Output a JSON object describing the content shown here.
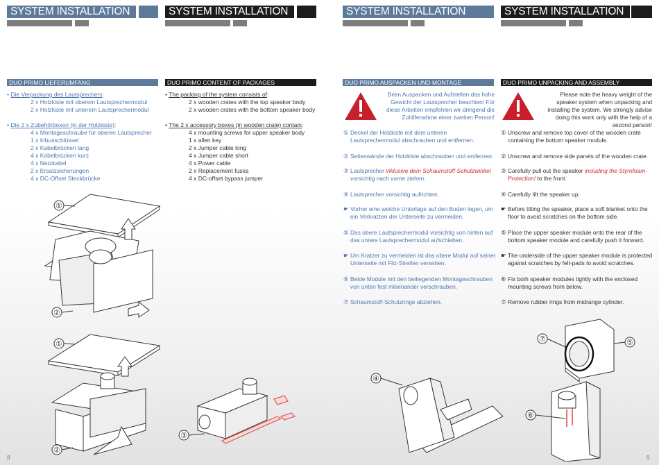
{
  "headers": {
    "p1": "SYSTEM INSTALLATION",
    "p2": "SYSTEM INSTALLATION",
    "p3": "SYSTEM INSTALLATION",
    "p4": "SYSTEM INSTALLATION"
  },
  "colors": {
    "accent_blue": "#5e7a9a",
    "text_blue": "#4d77b0",
    "black": "#1c1c1c",
    "grey": "#7d7d7d",
    "warning_red": "#c8202a",
    "emphasis_red": "#d02a2a"
  },
  "col1": {
    "title": "DUO PRIMO LIEFERUMFANG",
    "sec1_head": "Die Verpackung des Lautsprechers",
    "sec1_items": [
      "2 x Holzkiste mit oberem Lautsprechermodul",
      "2 x Holzkiste mit unterem Lautsprechermodul"
    ],
    "sec2_head": "Die 2 x Zubehörboxen (in der Holzkiste)",
    "sec2_items": [
      "4 x Montageschraube für oberen Lautsprecher",
      "1 x Inbusschlüssel",
      "2 x Kabelbrücken lang",
      "4 x Kabelbrücken kurz",
      "4 x Netzkabel",
      "2 x Ersatzsicherungen",
      "4 x DC-Offset Steckbrücke"
    ]
  },
  "col2": {
    "title": "DUO PRIMO CONTENT OF PACKAGES",
    "sec1_head": "The packing of the system consists of",
    "sec1_items": [
      "2 x wooden crates with the top speaker body",
      "2 x wooden crates with the bottom speaker body"
    ],
    "sec2_head": "The 2 x accessory boxes (in wooden crate) contain",
    "sec2_items": [
      "4 x mounting screws for upper speaker body",
      "1 x allen key",
      "2 x Jumper cable long",
      "4 x Jumper cable short",
      "4 x Power cable",
      "2 x Replacement fuses",
      "4 x DC-offset bypass jumper"
    ]
  },
  "col3": {
    "title": "DUO PRIMO AUSPACKEN UND MONTAGE",
    "warning": "Beim Auspacken und Aufstellen das hohe Gewicht der Lautsprecher beachten! Für diese Arbeiten empfehlen wir dringend die Zuhilfenahme einer zweiten Person!",
    "steps": [
      {
        "n": "①",
        "t": "Deckel der Holzkiste mit dem unteren Lautsprechermodul abschrauben und entfernen."
      },
      {
        "n": "②",
        "t": "Seitenwände der Holzkiste abschrauben und entfernen."
      },
      {
        "n": "③",
        "t": "Lautsprecher",
        "red": "inklusive dem Schaumstoff-Schutzwinkel",
        "t2": "vorsichtig nach vorne ziehen."
      },
      {
        "n": "④",
        "t": "Lautsprecher vorsichtig aufrichten."
      },
      {
        "n": "☛",
        "t": "Vorher eine weiche Unterlage auf den Boden legen, um ein Verkratzen der Unterseite zu vermeiden."
      },
      {
        "n": "⑤",
        "t": "Das obere Lautsprechermodul vorsichtig von hinten auf das untere Lautsprechermodul aufschieben."
      },
      {
        "n": "☛",
        "t": "Um Kratzer zu vermeiden ist das obere Modul auf seiner Unterseite mit Filz-Streifen versehen."
      },
      {
        "n": "⑥",
        "t": "Beide Module mit den beiliegenden Montageschrauben von unten fest miteinander verschrauben."
      },
      {
        "n": "⑦",
        "t": "Schaumstoff-Schutzringe abziehen."
      }
    ]
  },
  "col4": {
    "title": "DUO PRIMO UNPACKING AND ASSEMBLY",
    "warning": "Please note the heavy weight of the speaker system when unpacking and installing the system. We strongly advise doing this work only with the help of a second person!",
    "steps": [
      {
        "n": "①",
        "t": "Unscrew and remove top cover of the wooden crate containing the bottom speaker module."
      },
      {
        "n": "②",
        "t": "Unscrew and remove side panels of the wooden crate."
      },
      {
        "n": "③",
        "t": "Carefully pull out the speaker",
        "red": "including the Styrofoam-Protection!",
        "t2": "to the front."
      },
      {
        "n": "④",
        "t": "Carefully tilt the speaker up."
      },
      {
        "n": "☛",
        "t": "Before tilting the speaker, place a soft blanket onto the floor to avoid scratches on the bottom side."
      },
      {
        "n": "⑤",
        "t": "Place the upper speaker module onto the rear of the bottom speaker module and carefully push it forward."
      },
      {
        "n": "☛",
        "t": "The underside of the upper speaker module is protected against scratches by felt-pads to avoid scratches."
      },
      {
        "n": "⑥",
        "t": "Fix both speaker modules tightly with the enclosed mounting screws from below."
      },
      {
        "n": "⑦",
        "t": "Remove rubber rings from midrange cylinder."
      }
    ]
  },
  "callouts": {
    "c1a": "①",
    "c2a": "②",
    "c1b": "①",
    "c2b": "②",
    "c3": "③",
    "c4": "④",
    "c5": "⑤",
    "c6": "⑥",
    "c7": "⑦"
  },
  "page_numbers": {
    "left": "8",
    "right": "9"
  }
}
